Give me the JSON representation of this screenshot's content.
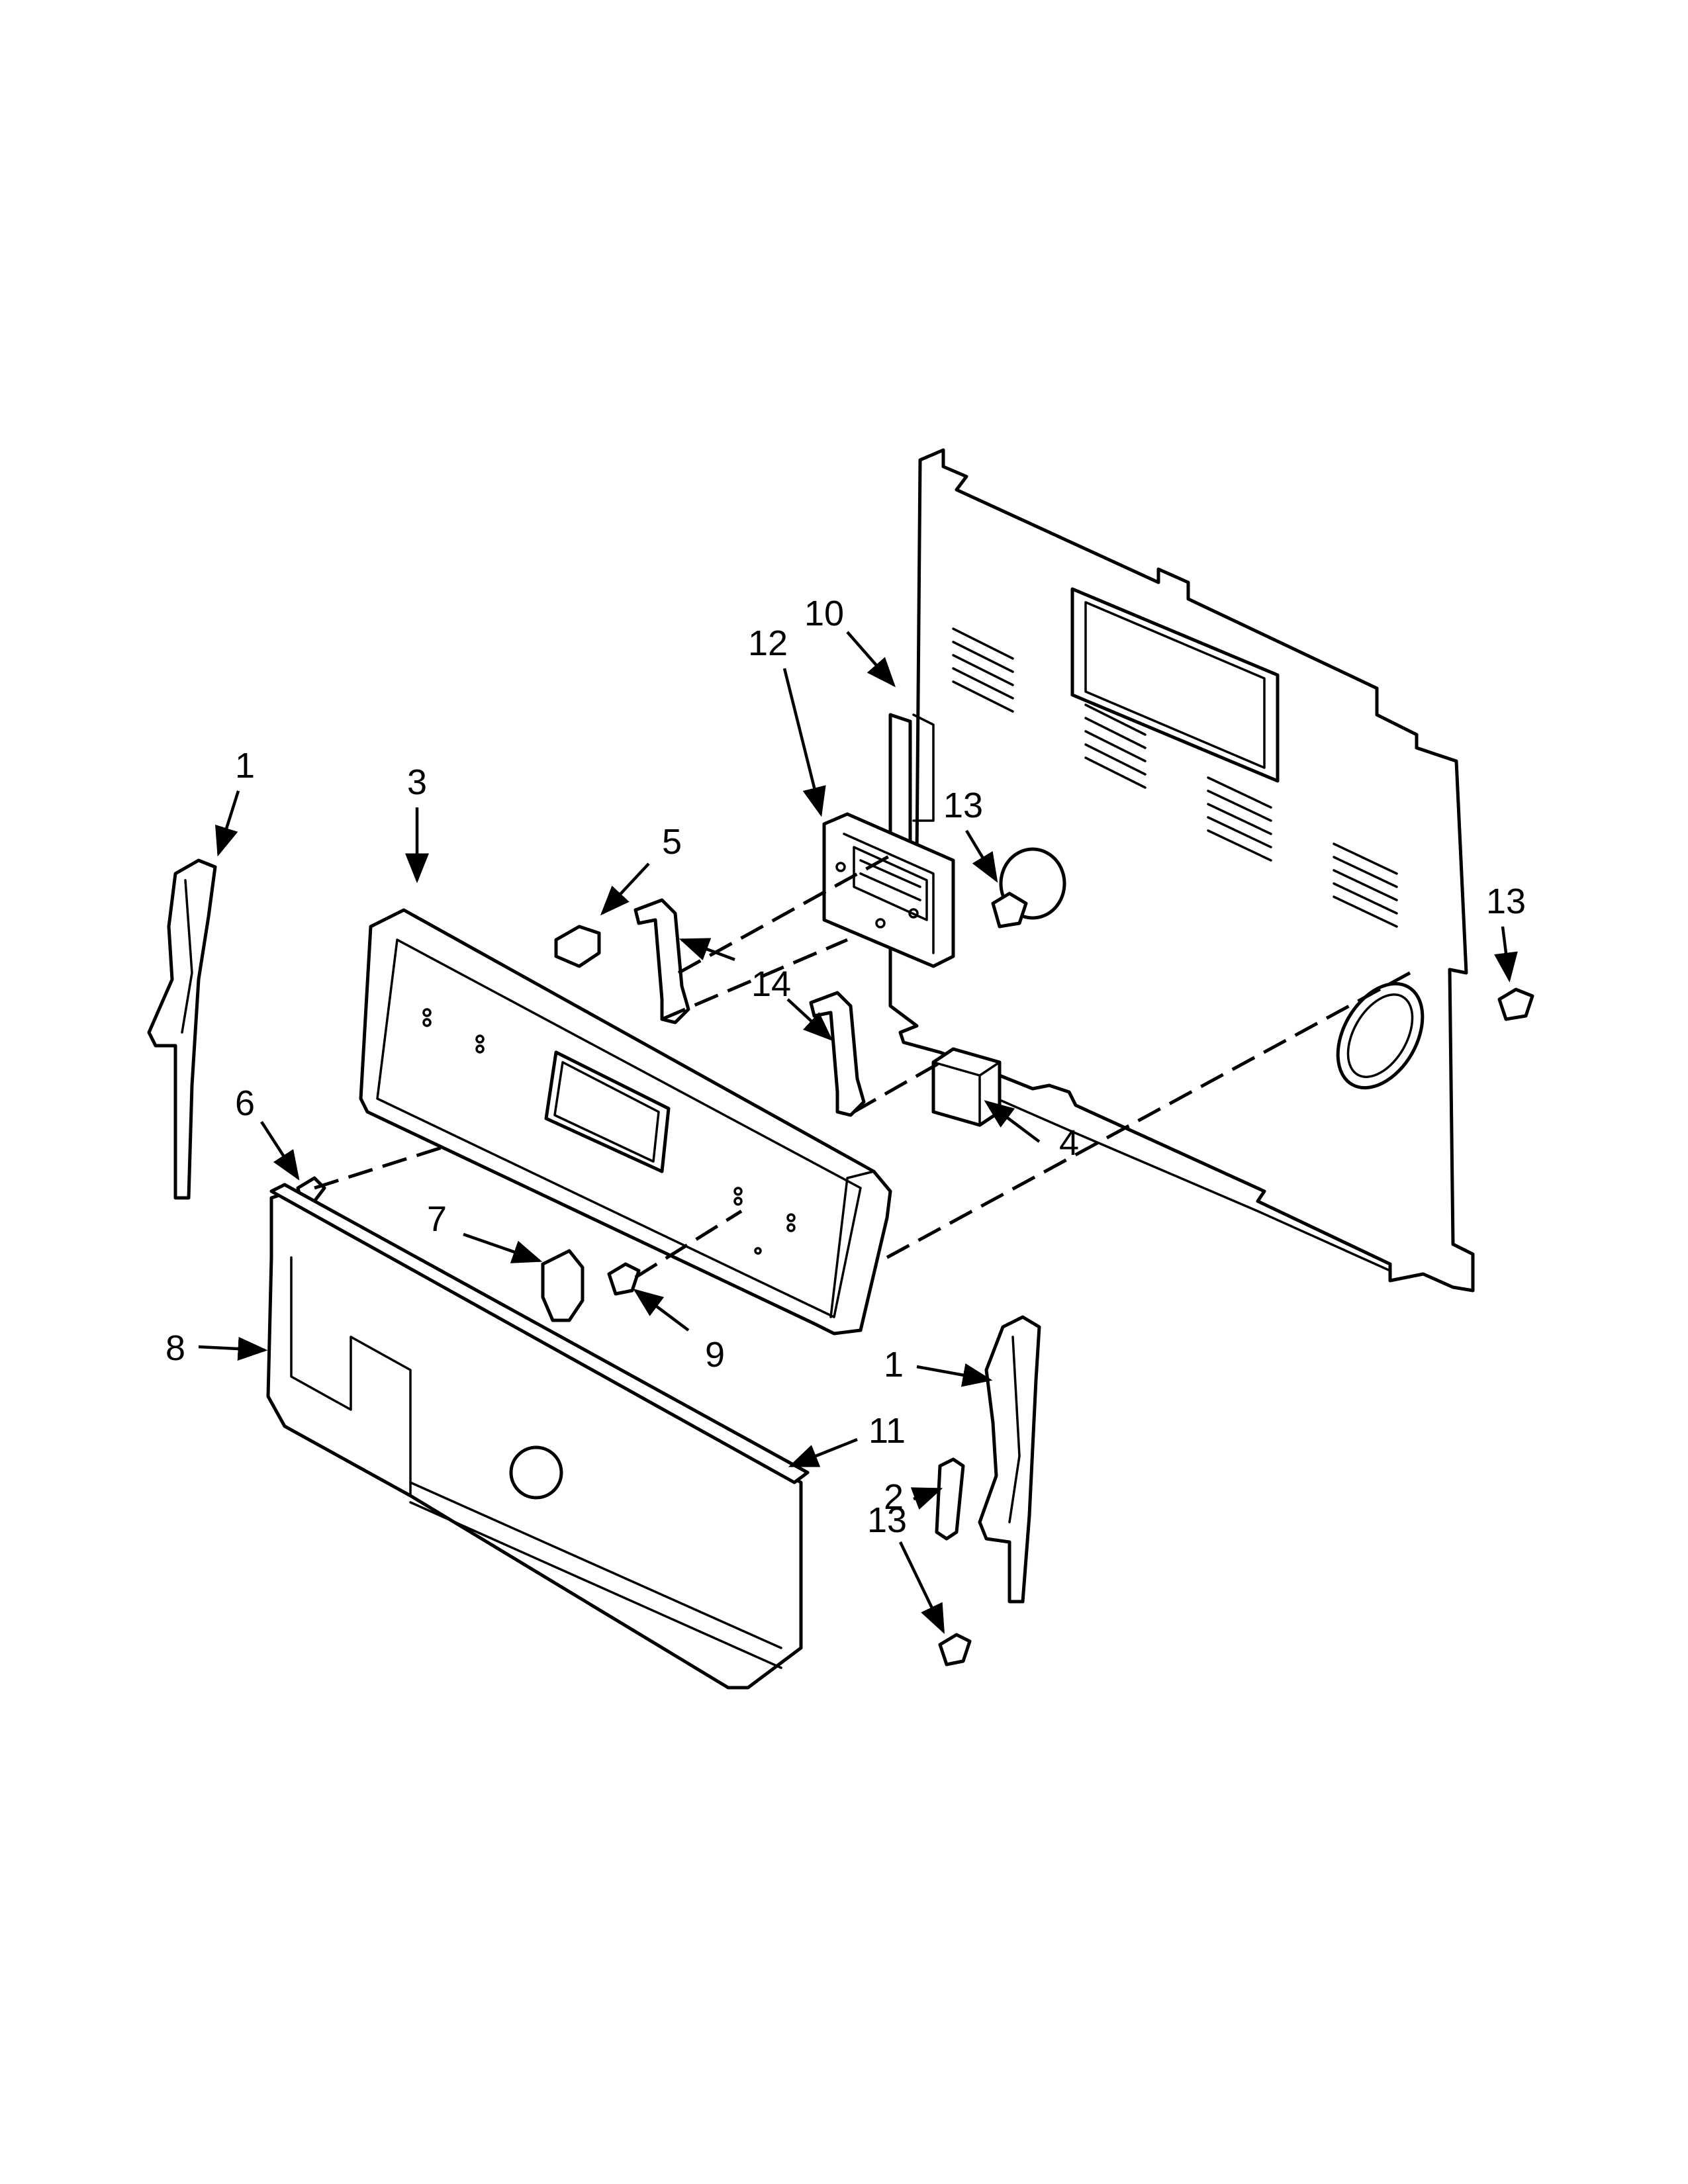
{
  "callouts": [
    {
      "id": "c1a",
      "text": "1"
    },
    {
      "id": "c3",
      "text": "3"
    },
    {
      "id": "c5",
      "text": "5"
    },
    {
      "id": "c10",
      "text": "10"
    },
    {
      "id": "c12",
      "text": "12"
    },
    {
      "id": "c13a",
      "text": "13"
    },
    {
      "id": "c13b",
      "text": "13"
    },
    {
      "id": "c14",
      "text": "14"
    },
    {
      "id": "c6",
      "text": "6"
    },
    {
      "id": "c4",
      "text": "4"
    },
    {
      "id": "c7",
      "text": "7"
    },
    {
      "id": "c9",
      "text": "9"
    },
    {
      "id": "c8",
      "text": "8"
    },
    {
      "id": "c1b",
      "text": "1"
    },
    {
      "id": "c11",
      "text": "11"
    },
    {
      "id": "c2",
      "text": "2"
    },
    {
      "id": "c13c",
      "text": "13"
    }
  ],
  "colors": {
    "line": "#000000",
    "background": "#ffffff"
  }
}
